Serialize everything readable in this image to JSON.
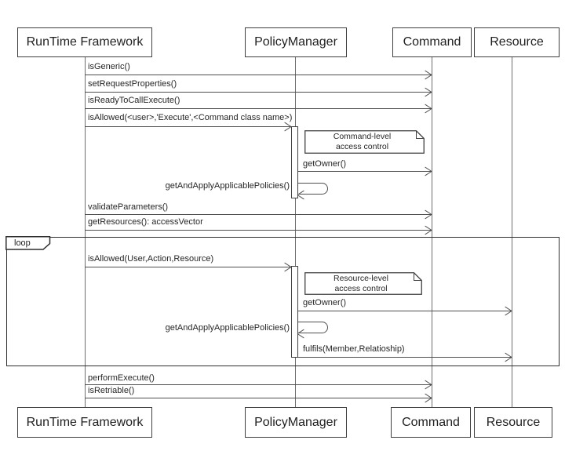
{
  "style": {
    "line": "#4f4f4f",
    "frame": "#3f3f3f",
    "text": "#1f1f1f",
    "bg": "#ffffff"
  },
  "actors": [
    {
      "name": "RunTime Framework"
    },
    {
      "name": "PolicyManager"
    },
    {
      "name": "Command"
    },
    {
      "name": "Resource"
    }
  ],
  "loop": {
    "label": "loop"
  },
  "notes": [
    {
      "line1": "Command-level",
      "line2": "access control"
    },
    {
      "line1": "Resource-level",
      "line2": "access control"
    }
  ],
  "messages": [
    {
      "label": "isGeneric()",
      "from": "RunTime Framework",
      "to": "Command"
    },
    {
      "label": "setRequestProperties()",
      "from": "RunTime Framework",
      "to": "Command"
    },
    {
      "label": "isReadyToCallExecute()",
      "from": "RunTime Framework",
      "to": "Command"
    },
    {
      "label": "isAllowed(<user>,'Execute',<Command class name>)",
      "from": "RunTime Framework",
      "to": "PolicyManager"
    },
    {
      "label": "getOwner()",
      "from": "PolicyManager",
      "to": "Command"
    },
    {
      "label": "getAndApplyApplicablePolicies()",
      "from": "PolicyManager",
      "to": "PolicyManager"
    },
    {
      "label": "validateParameters()",
      "from": "RunTime Framework",
      "to": "Command"
    },
    {
      "label": "getResources(): accessVector",
      "from": "RunTime Framework",
      "to": "Command"
    },
    {
      "label": "isAllowed(User,Action,Resource)",
      "from": "RunTime Framework",
      "to": "PolicyManager"
    },
    {
      "label": "getOwner()",
      "from": "PolicyManager",
      "to": "Resource"
    },
    {
      "label": "getAndApplyApplicablePolicies()",
      "from": "PolicyManager",
      "to": "PolicyManager"
    },
    {
      "label": "fulfils(Member,Relatioship)",
      "from": "PolicyManager",
      "to": "Resource"
    },
    {
      "label": "performExecute()",
      "from": "RunTime Framework",
      "to": "Command"
    },
    {
      "label": "isRetriable()",
      "from": "RunTime Framework",
      "to": "Command"
    }
  ]
}
